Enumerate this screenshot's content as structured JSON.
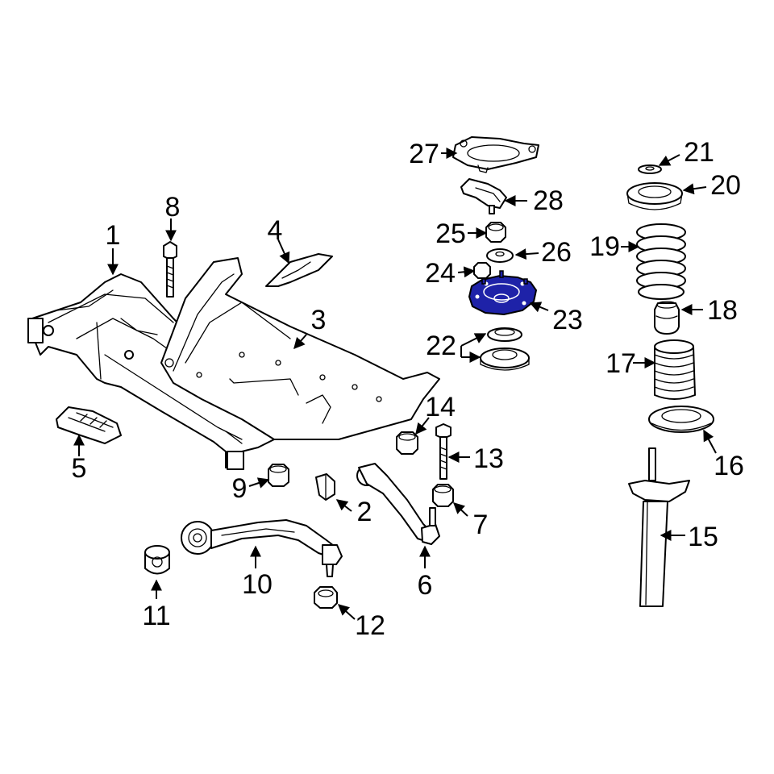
{
  "colors": {
    "line": "#000000",
    "fill": "#ffffff",
    "highlight": "#1e22a8"
  },
  "highlighted_part": "23",
  "callouts": {
    "c1": "1",
    "c2": "2",
    "c3": "3",
    "c4": "4",
    "c5": "5",
    "c6": "6",
    "c7": "7",
    "c8": "8",
    "c9": "9",
    "c10": "10",
    "c11": "11",
    "c12": "12",
    "c13": "13",
    "c14": "14",
    "c15": "15",
    "c16": "16",
    "c17": "17",
    "c18": "18",
    "c19": "19",
    "c20": "20",
    "c21": "21",
    "c22": "22",
    "c23": "23",
    "c24": "24",
    "c25": "25",
    "c26": "26",
    "c27": "27",
    "c28": "28"
  }
}
